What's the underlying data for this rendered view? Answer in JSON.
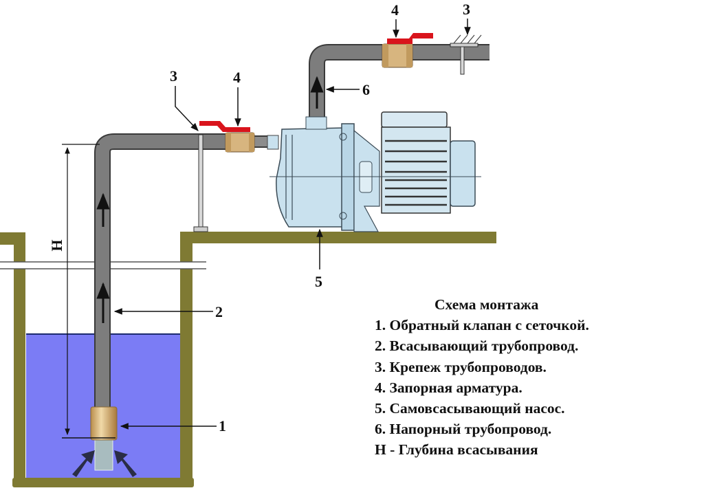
{
  "title": "Схема монтажа",
  "legend": [
    {
      "key": "1",
      "text": "1. Обратный клапан с сеточкой."
    },
    {
      "key": "2",
      "text": "2. Всасывающий трубопровод."
    },
    {
      "key": "3",
      "text": "3. Крепеж трубопроводов."
    },
    {
      "key": "4",
      "text": "4. Запорная арматура."
    },
    {
      "key": "5",
      "text": "5. Самовсасывающий насос."
    },
    {
      "key": "6",
      "text": "6. Напорный трубопровод."
    },
    {
      "key": "H",
      "text": "H - Глубина всасывания"
    }
  ],
  "callouts": {
    "check_valve": "1",
    "suction_pipe": "2",
    "mount_left": "3",
    "mount_right": "3",
    "valve_left": "4",
    "valve_right": "4",
    "pump": "5",
    "discharge_pipe": "6",
    "depth": "H"
  },
  "colors": {
    "pipe": "#7d7d7d",
    "pipe_edge": "#3a3a3a",
    "ground": "#7f7a33",
    "water": "#7b7cf5",
    "pump_body": "#c9e1ee",
    "valve_brass": "#d7b57f",
    "valve_handle": "#d9141c"
  }
}
